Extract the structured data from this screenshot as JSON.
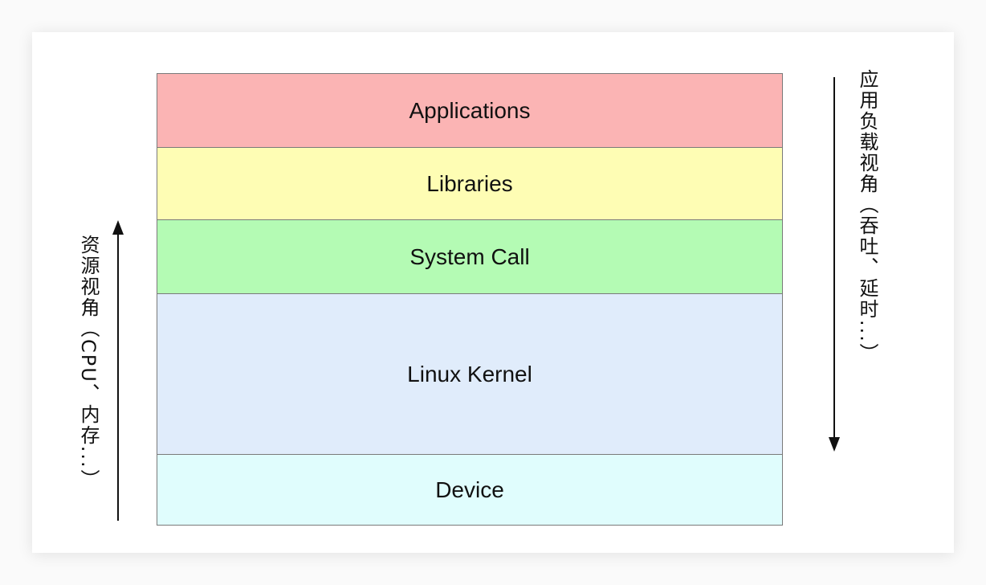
{
  "layers": [
    {
      "label": "Applications",
      "color": "#fbb4b4"
    },
    {
      "label": "Libraries",
      "color": "#fefdb4"
    },
    {
      "label": "System Call",
      "color": "#b4fbb4"
    },
    {
      "label": "Linux Kernel",
      "color": "#e0ecfb"
    },
    {
      "label": "Device",
      "color": "#e0fdfd"
    }
  ],
  "left_annotation": {
    "text": "资源视角（CPU、内存...）",
    "direction": "up"
  },
  "right_annotation": {
    "text": "应用负载视角（吞吐、延时...）",
    "direction": "down"
  },
  "colors": {
    "border": "#7a7a7a",
    "arrow": "#111111",
    "background": "#ffffff"
  }
}
